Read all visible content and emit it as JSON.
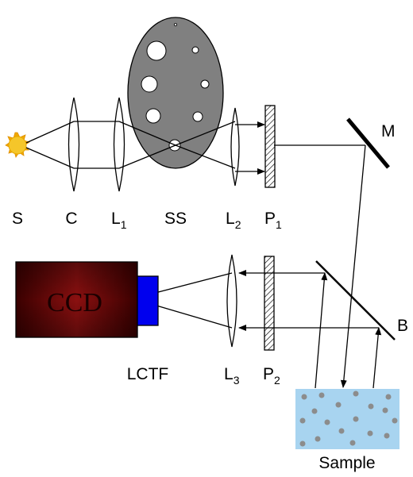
{
  "labels": {
    "source": "S",
    "condenser": "C",
    "lens1": "L",
    "lens1_sub": "1",
    "spatial_sampler": "SS",
    "lens2": "L",
    "lens2_sub": "2",
    "polarizer1": "P",
    "polarizer1_sub": "1",
    "mirror": "M",
    "camera": "CCD",
    "filter": "LCTF",
    "lens3": "L",
    "lens3_sub": "3",
    "polarizer2": "P",
    "polarizer2_sub": "2",
    "beamsplitter": "B",
    "sample": "Sample"
  },
  "colors": {
    "sun": "#f5c62a",
    "sun_rays": "#f0a800",
    "spatial_sampler": "#808080",
    "ccd_dark": "#3a0000",
    "ccd_light": "#9c1a1a",
    "filter": "#0000ee",
    "sample": "#a8d4f0",
    "sample_dots": "#8c8c8c",
    "polarizer_hatch": "#000000"
  }
}
